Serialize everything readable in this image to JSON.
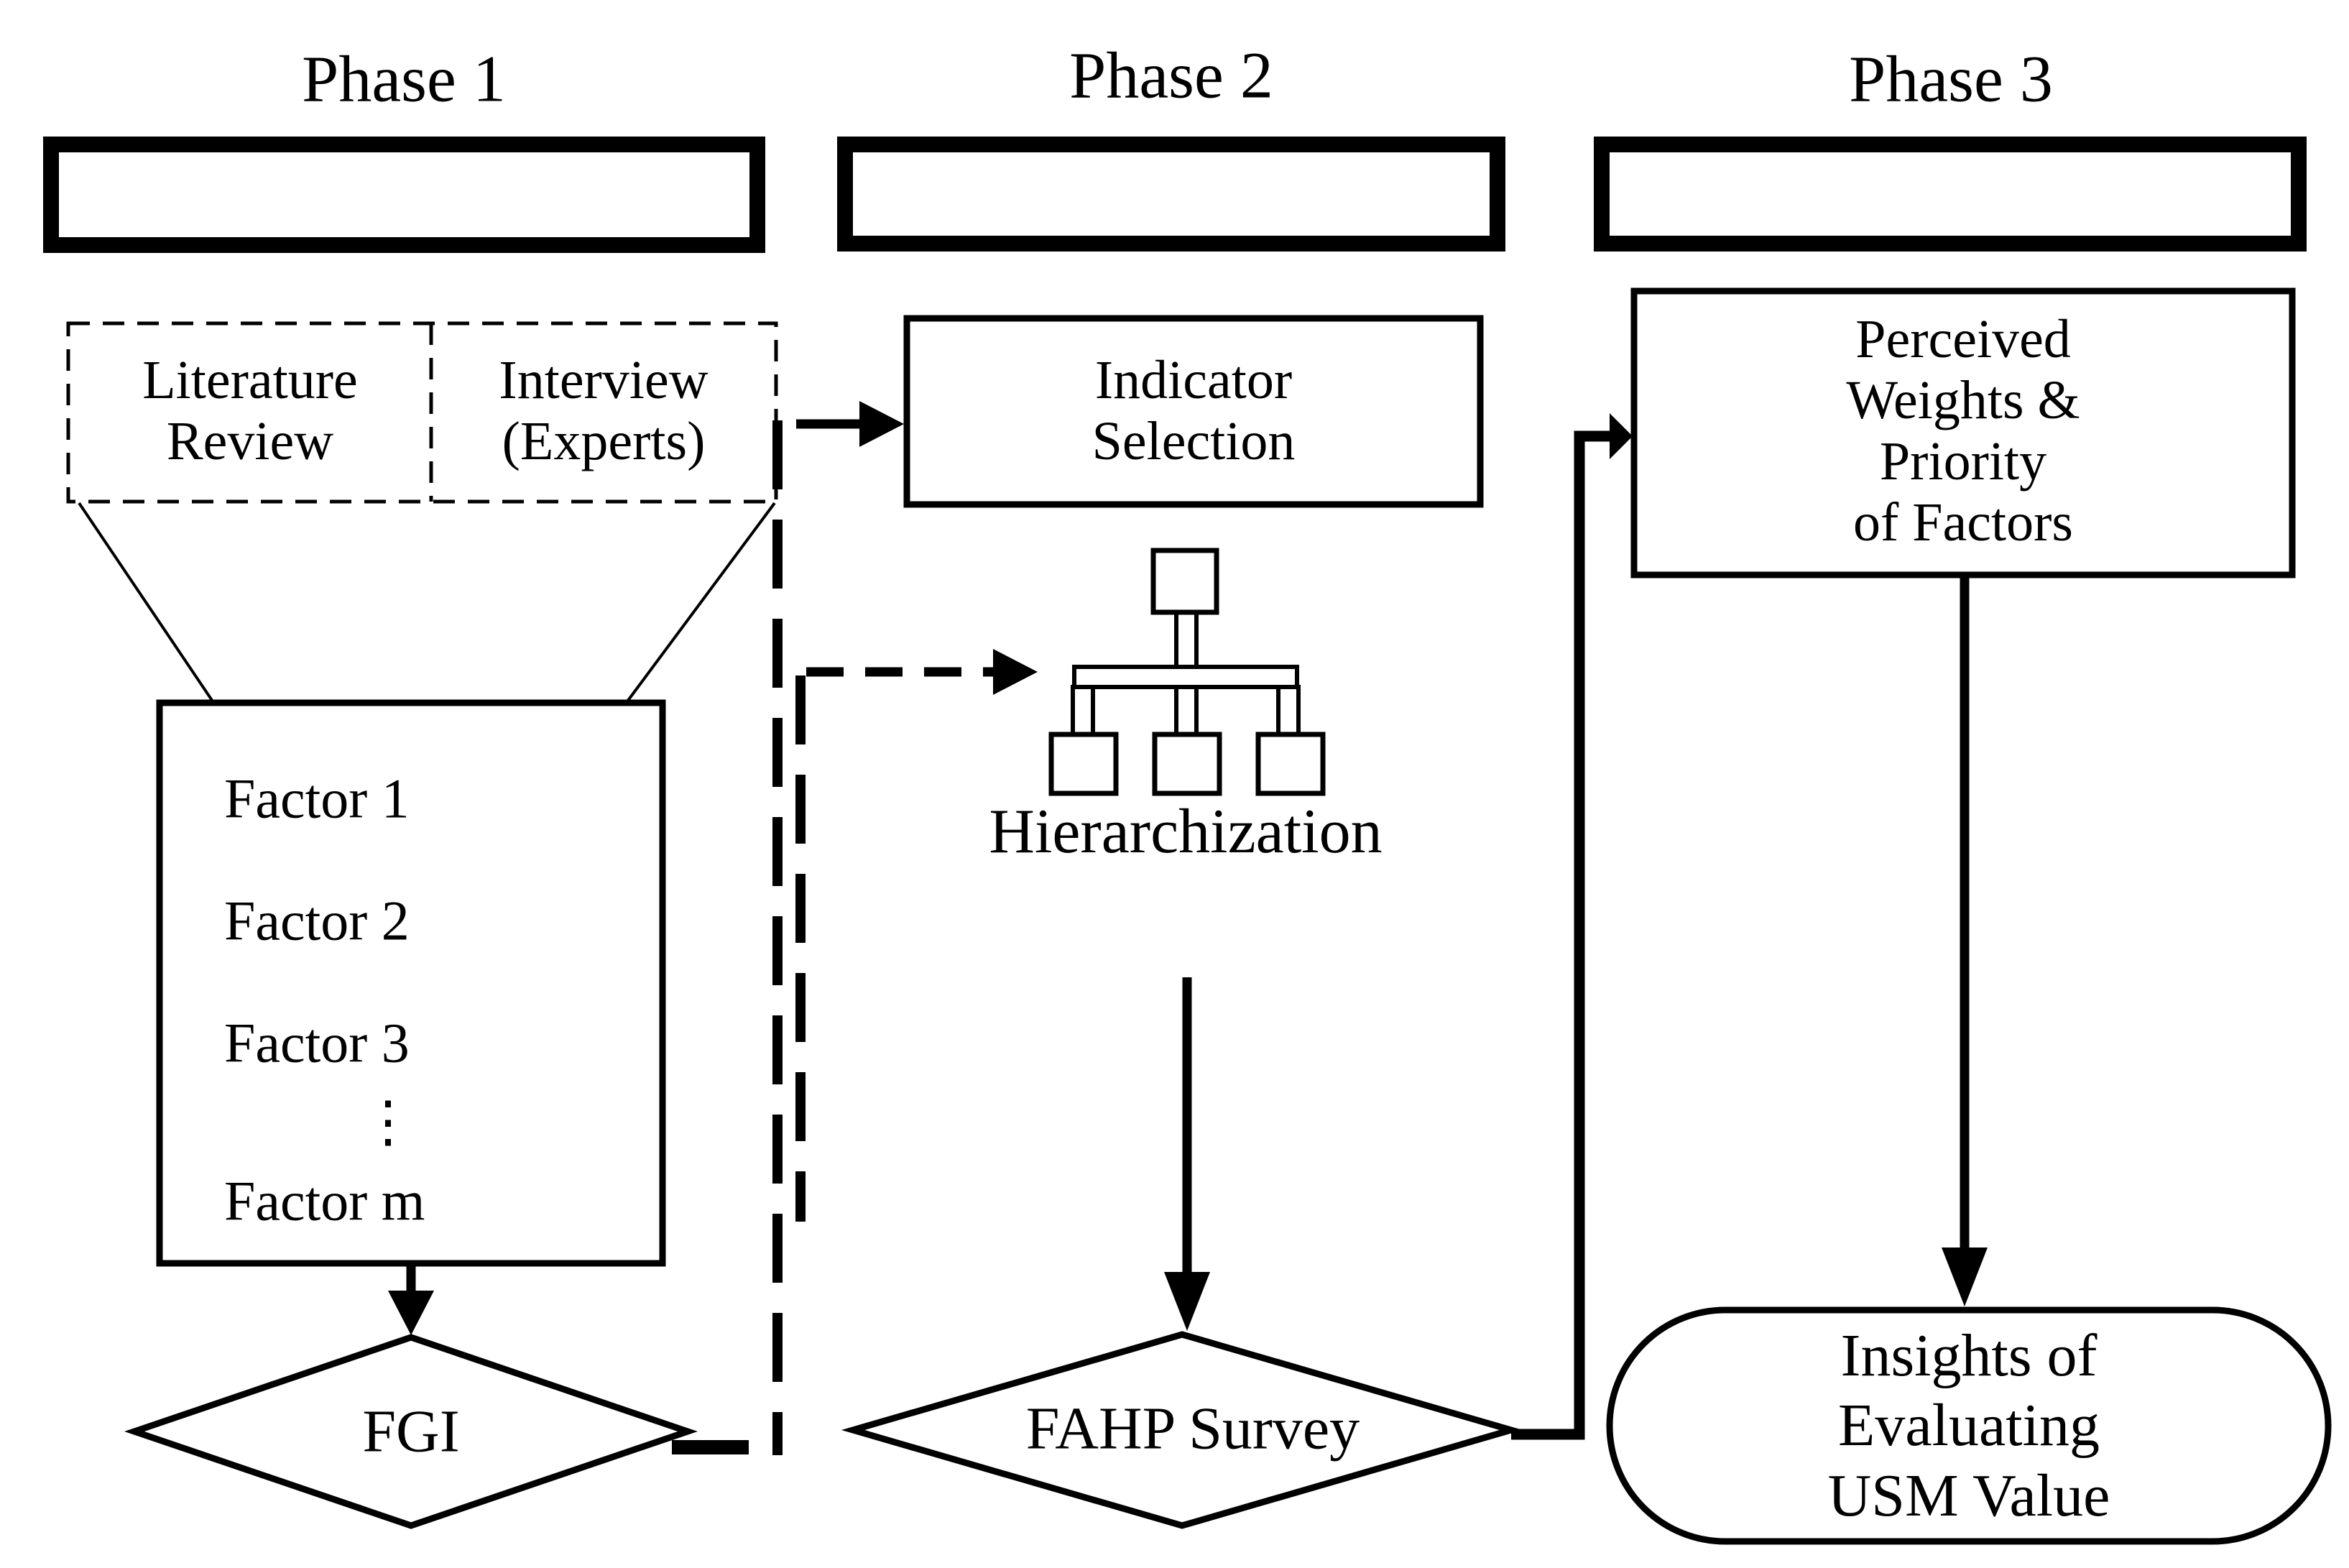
{
  "diagram_title": "Three-phase research framework flowchart",
  "colors": {
    "ink": "#000000",
    "background": "#ffffff"
  },
  "phases": [
    {
      "label": "Phase 1"
    },
    {
      "label": "Phase 2"
    },
    {
      "label": "Phase 3"
    }
  ],
  "phase1": {
    "source_literature": "Literature\nReview",
    "source_interview": "Interview\n(Experts)",
    "factors": [
      "Factor 1",
      "Factor 2",
      "Factor 3",
      "⋮",
      "Factor m"
    ],
    "fgi": "FGI"
  },
  "phase2": {
    "indicator_selection": "Indicator\nSelection",
    "hierarchization": "Hierarchization",
    "fahp_survey": "FAHP Survey"
  },
  "phase3": {
    "weights": "Perceived\nWeights & Priority\nof Factors",
    "insights": "Insights of Evaluating\nUSM Value"
  }
}
